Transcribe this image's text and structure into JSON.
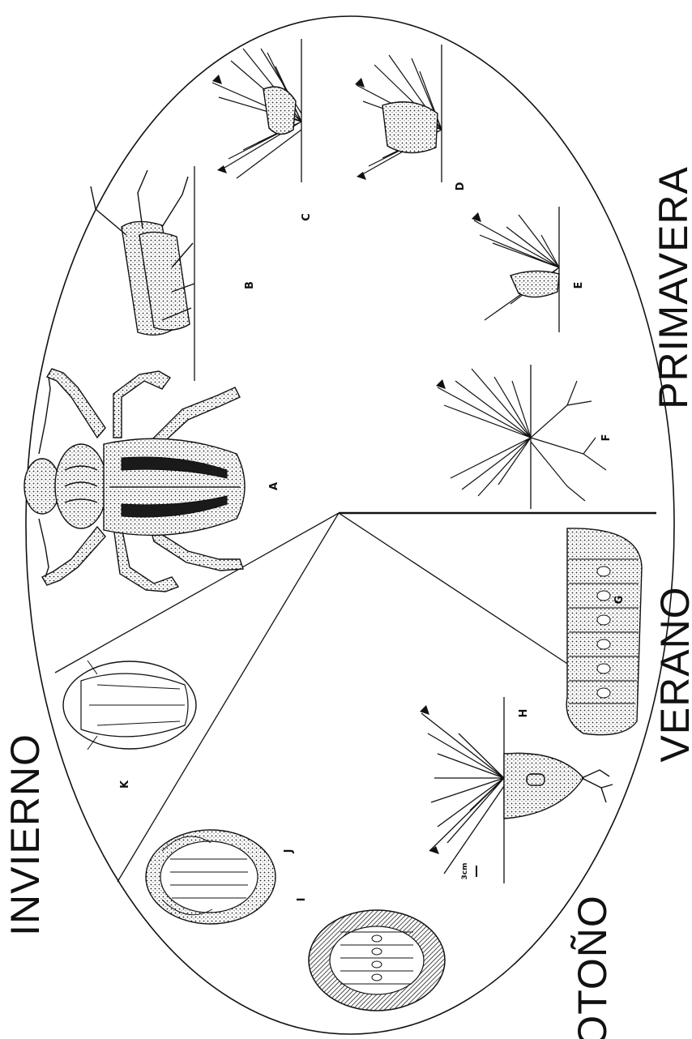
{
  "seasons": {
    "primavera": "PRIMAVERA",
    "verano": "VERANO",
    "otono": "OTOÑO",
    "invierno": "INVIERNO"
  },
  "figure_labels": {
    "a": "A",
    "b": "B",
    "c": "C",
    "d": "D",
    "e": "E",
    "f": "F",
    "g": "G",
    "h": "H",
    "i": "I",
    "j": "J",
    "k": "K"
  },
  "scale_label": "3cm",
  "subjects": {
    "a": "adult-beetle",
    "b": "mating-pair",
    "c": "egg-laying-on-grass",
    "d": "egg-laying-on-grass",
    "e": "young-larva-at-grass-base",
    "f": "larva-entering-roots",
    "g": "mature-larva",
    "h": "larva-cell-in-soil",
    "i": "larva-in-cell",
    "j": "pupa-in-cell",
    "k": "teneral-adult-in-cell"
  }
}
